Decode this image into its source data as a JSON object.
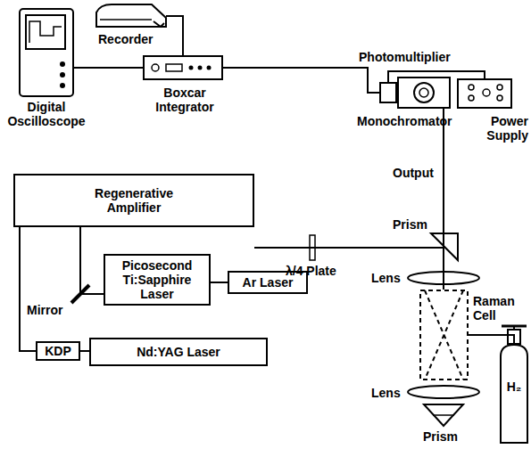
{
  "diagram": {
    "nodes": [
      {
        "text": [
          "Digital Oscilloscope"
        ]
      },
      {
        "text": [
          "Recorder"
        ]
      },
      {
        "text": [
          "Boxcar Integrator"
        ]
      },
      {
        "text": [
          "Photomultiplier"
        ]
      },
      {
        "text": [
          "Monochromator"
        ]
      },
      {
        "text": [
          "Power Supply"
        ]
      },
      {
        "text": [
          "Regenerative Amplifier"
        ]
      },
      {
        "text": [
          "Picosecond Ti:Sapphire Laser"
        ]
      },
      {
        "text": [
          "Ar Laser"
        ]
      },
      {
        "text": [
          "KDP"
        ]
      },
      {
        "text": [
          "Nd:YAG Laser"
        ]
      },
      {
        "text": [
          "Raman Cell"
        ]
      },
      {
        "text": [
          "H₂"
        ]
      }
    ],
    "edges": [
      {
        "from": 1,
        "to": 2,
        "arrow": "none"
      },
      {
        "from": 0,
        "to": 2,
        "arrow": "none"
      },
      {
        "from": 2,
        "to": 3,
        "arrow": "none"
      },
      {
        "from": 3,
        "to": 5,
        "arrow": "none"
      },
      {
        "from": 6,
        "to": 11,
        "arrow": "none"
      },
      {
        "from": 11,
        "to": 4,
        "arrow": "none"
      },
      {
        "from": 7,
        "to": 6,
        "arrow": "none"
      },
      {
        "from": 8,
        "to": 7,
        "arrow": "none"
      },
      {
        "from": 9,
        "to": 10,
        "arrow": "none"
      },
      {
        "from": 9,
        "to": 6,
        "arrow": "none"
      },
      {
        "from": 12,
        "to": 11,
        "arrow": "none"
      }
    ],
    "labels": [
      "Output",
      "Prism",
      "λ/4 Plate",
      "Lens",
      "Mirror",
      "Lens",
      "Prism"
    ]
  }
}
